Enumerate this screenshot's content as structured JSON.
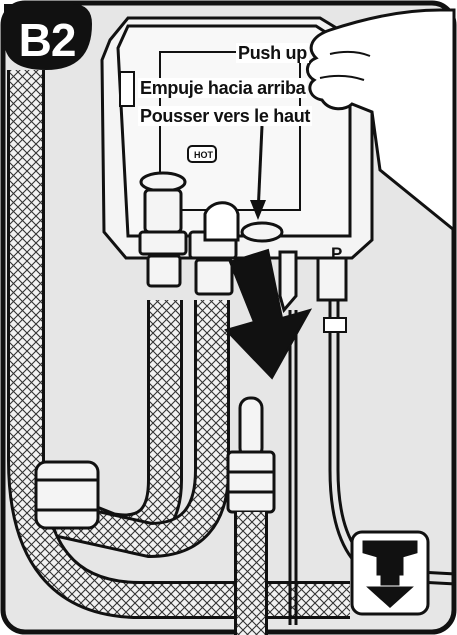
{
  "step": {
    "label": "B2"
  },
  "instruction": {
    "en": "Push up",
    "es": "Empuje hacia arriba",
    "fr": "Pousser vers le haut"
  },
  "valve_label": "HOT",
  "port_label": "P",
  "colors": {
    "background": "#e6e6e6",
    "outline": "#1a1a1a",
    "badge": "#111111",
    "badge_text": "#ffffff"
  }
}
